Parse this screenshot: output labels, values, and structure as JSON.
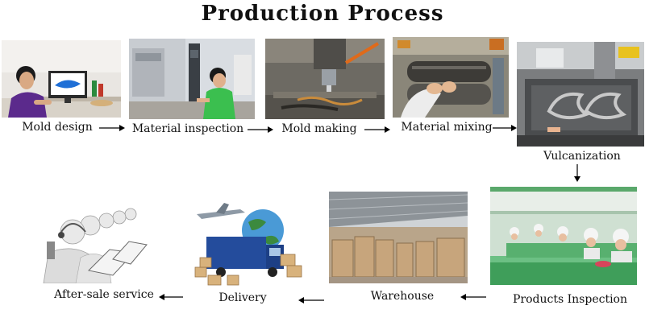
{
  "title": "Production Process",
  "steps": [
    {
      "label": "Mold design"
    },
    {
      "label": "Material inspection"
    },
    {
      "label": "Mold making"
    },
    {
      "label": "Material mixing"
    },
    {
      "label": "Vulcanization"
    },
    {
      "label": "Products Inspection"
    },
    {
      "label": "Warehouse"
    },
    {
      "label": "Delivery"
    },
    {
      "label": "After-sale service"
    }
  ]
}
